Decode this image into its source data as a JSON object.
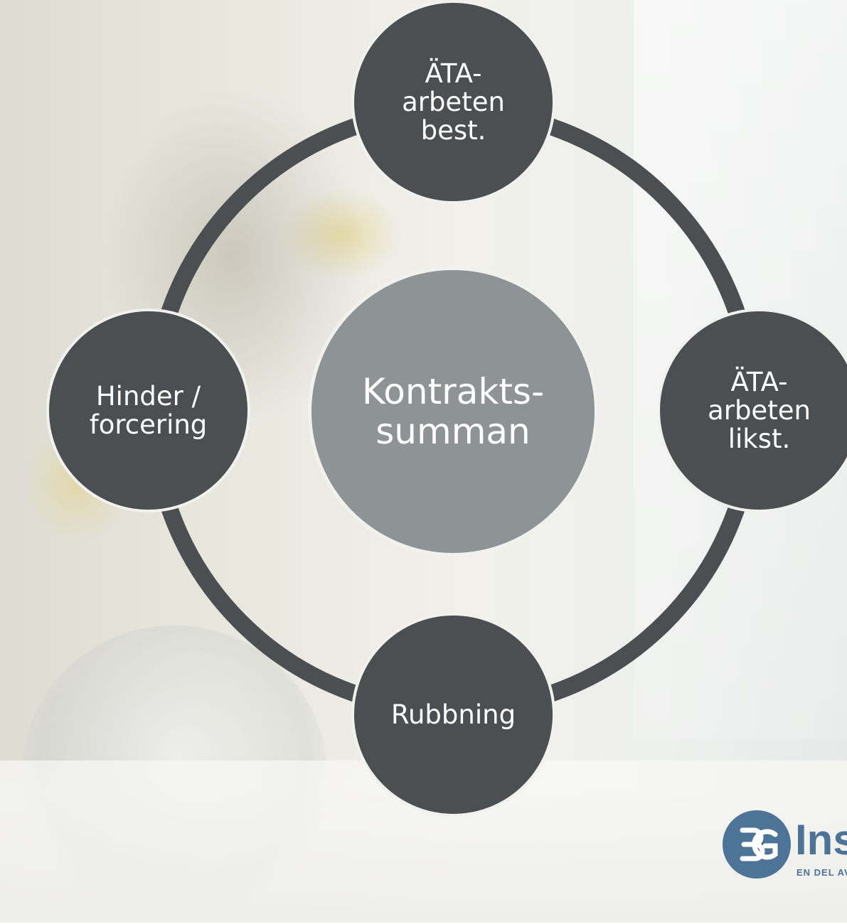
{
  "diagram": {
    "center": {
      "label": "Kontrakts-\nsumman"
    },
    "nodes": {
      "top": {
        "label": "ÄTA-\narbeten\nbest."
      },
      "right": {
        "label": "ÄTA-\narbeten\nlikst."
      },
      "bottom": {
        "label": "Rubbning"
      },
      "left": {
        "label": "Hinder /\nforcering"
      }
    }
  },
  "logo": {
    "wordmark": "Ins",
    "tagline": "EN DEL AV",
    "monogram": "BG"
  },
  "colors": {
    "node_dark": "#4b4f51",
    "node_center": "#8e9396",
    "node_border": "#f1f1ee",
    "logo_blue": "#4d7496"
  }
}
